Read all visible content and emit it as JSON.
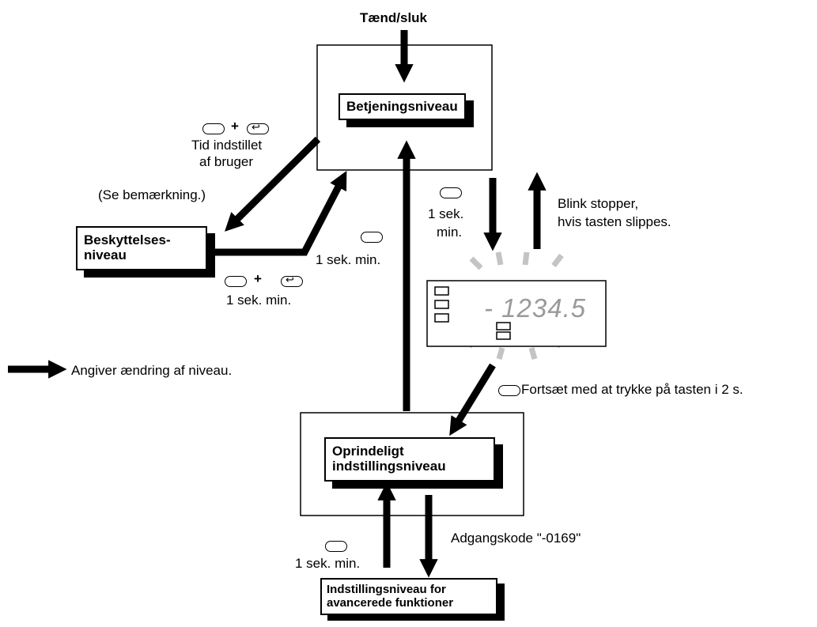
{
  "power": "Tænd/sluk",
  "levels": {
    "operation": "Betjeningsniveau",
    "protection_line1": "Beskyttelses-",
    "protection_line2": "niveau",
    "initial_line1": "Oprindeligt",
    "initial_line2": "indstillingsniveau",
    "advanced_line1": "Indstillingsniveau for",
    "advanced_line2": "avancerede funktioner"
  },
  "labels": {
    "user_time_line1": "Tid indstillet",
    "user_time_line2": "af bruger",
    "see_note": "(Se bemærkning.)",
    "one_sec_min": "1 sek. min.",
    "one_sec_line1": "1 sek.",
    "one_sec_line2": "min.",
    "blink_line1": "Blink stopper,",
    "blink_line2": "hvis tasten slippes.",
    "continue_press": "Fortsæt med at trykke på tasten i 2 s.",
    "password": "Adgangskode \"-0169\"",
    "plus": "+",
    "legend": "Angiver ændring af niveau."
  },
  "display": {
    "value": "- 1234.5"
  },
  "icons": [
    "level-key-icon",
    "mode-key-icon",
    "arrow-icon",
    "display-panel"
  ]
}
